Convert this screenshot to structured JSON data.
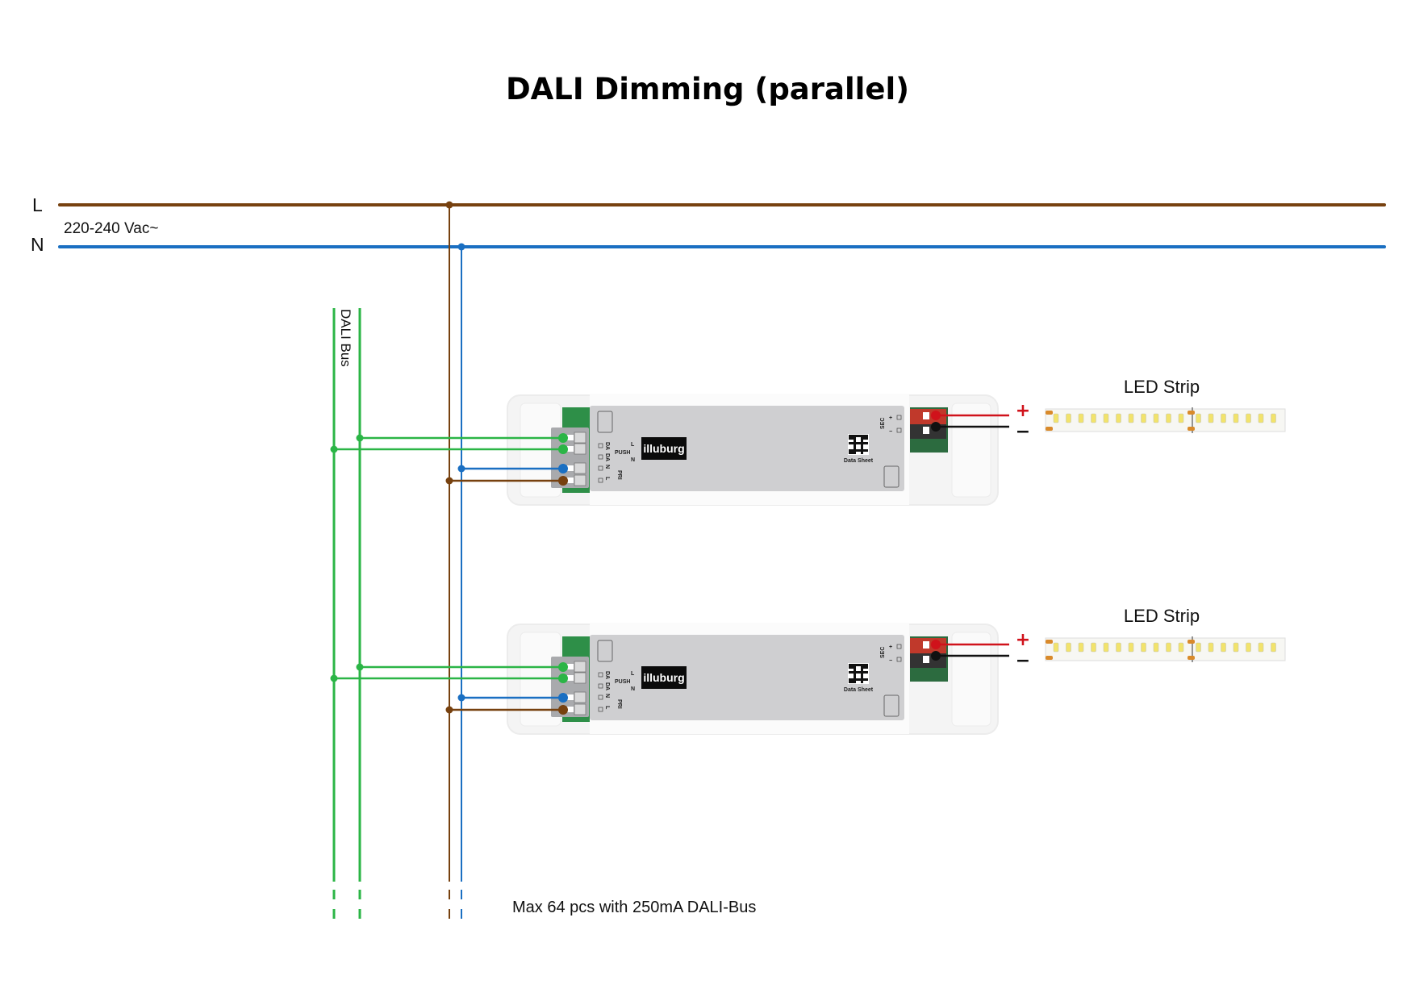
{
  "title": "DALI Dimming (parallel)",
  "mains": {
    "l_label": "L",
    "n_label": "N",
    "voltage_label": "220-240 Vac~"
  },
  "dali_bus_label": "DALI Bus",
  "footer_note": "Max 64 pcs with 250mA DALI-Bus",
  "driver": {
    "brand": "illuburg",
    "qr_caption": "Data Sheet",
    "pri_label": "PRI",
    "sec_label": "SEC",
    "push_label": "PUSH",
    "da_label": "DA",
    "n_label": "N",
    "l_label": "L",
    "plus": "+",
    "minus": "−"
  },
  "devices": [
    {
      "led_strip_label": "LED Strip",
      "plus_sign": "+",
      "minus_sign": "−"
    },
    {
      "led_strip_label": "LED Strip",
      "plus_sign": "+",
      "minus_sign": "−"
    }
  ],
  "colors": {
    "live": "#77410f",
    "neutral": "#1a6fc2",
    "dali": "#2bb546",
    "positive": "#d0121b",
    "negative": "#111111"
  }
}
